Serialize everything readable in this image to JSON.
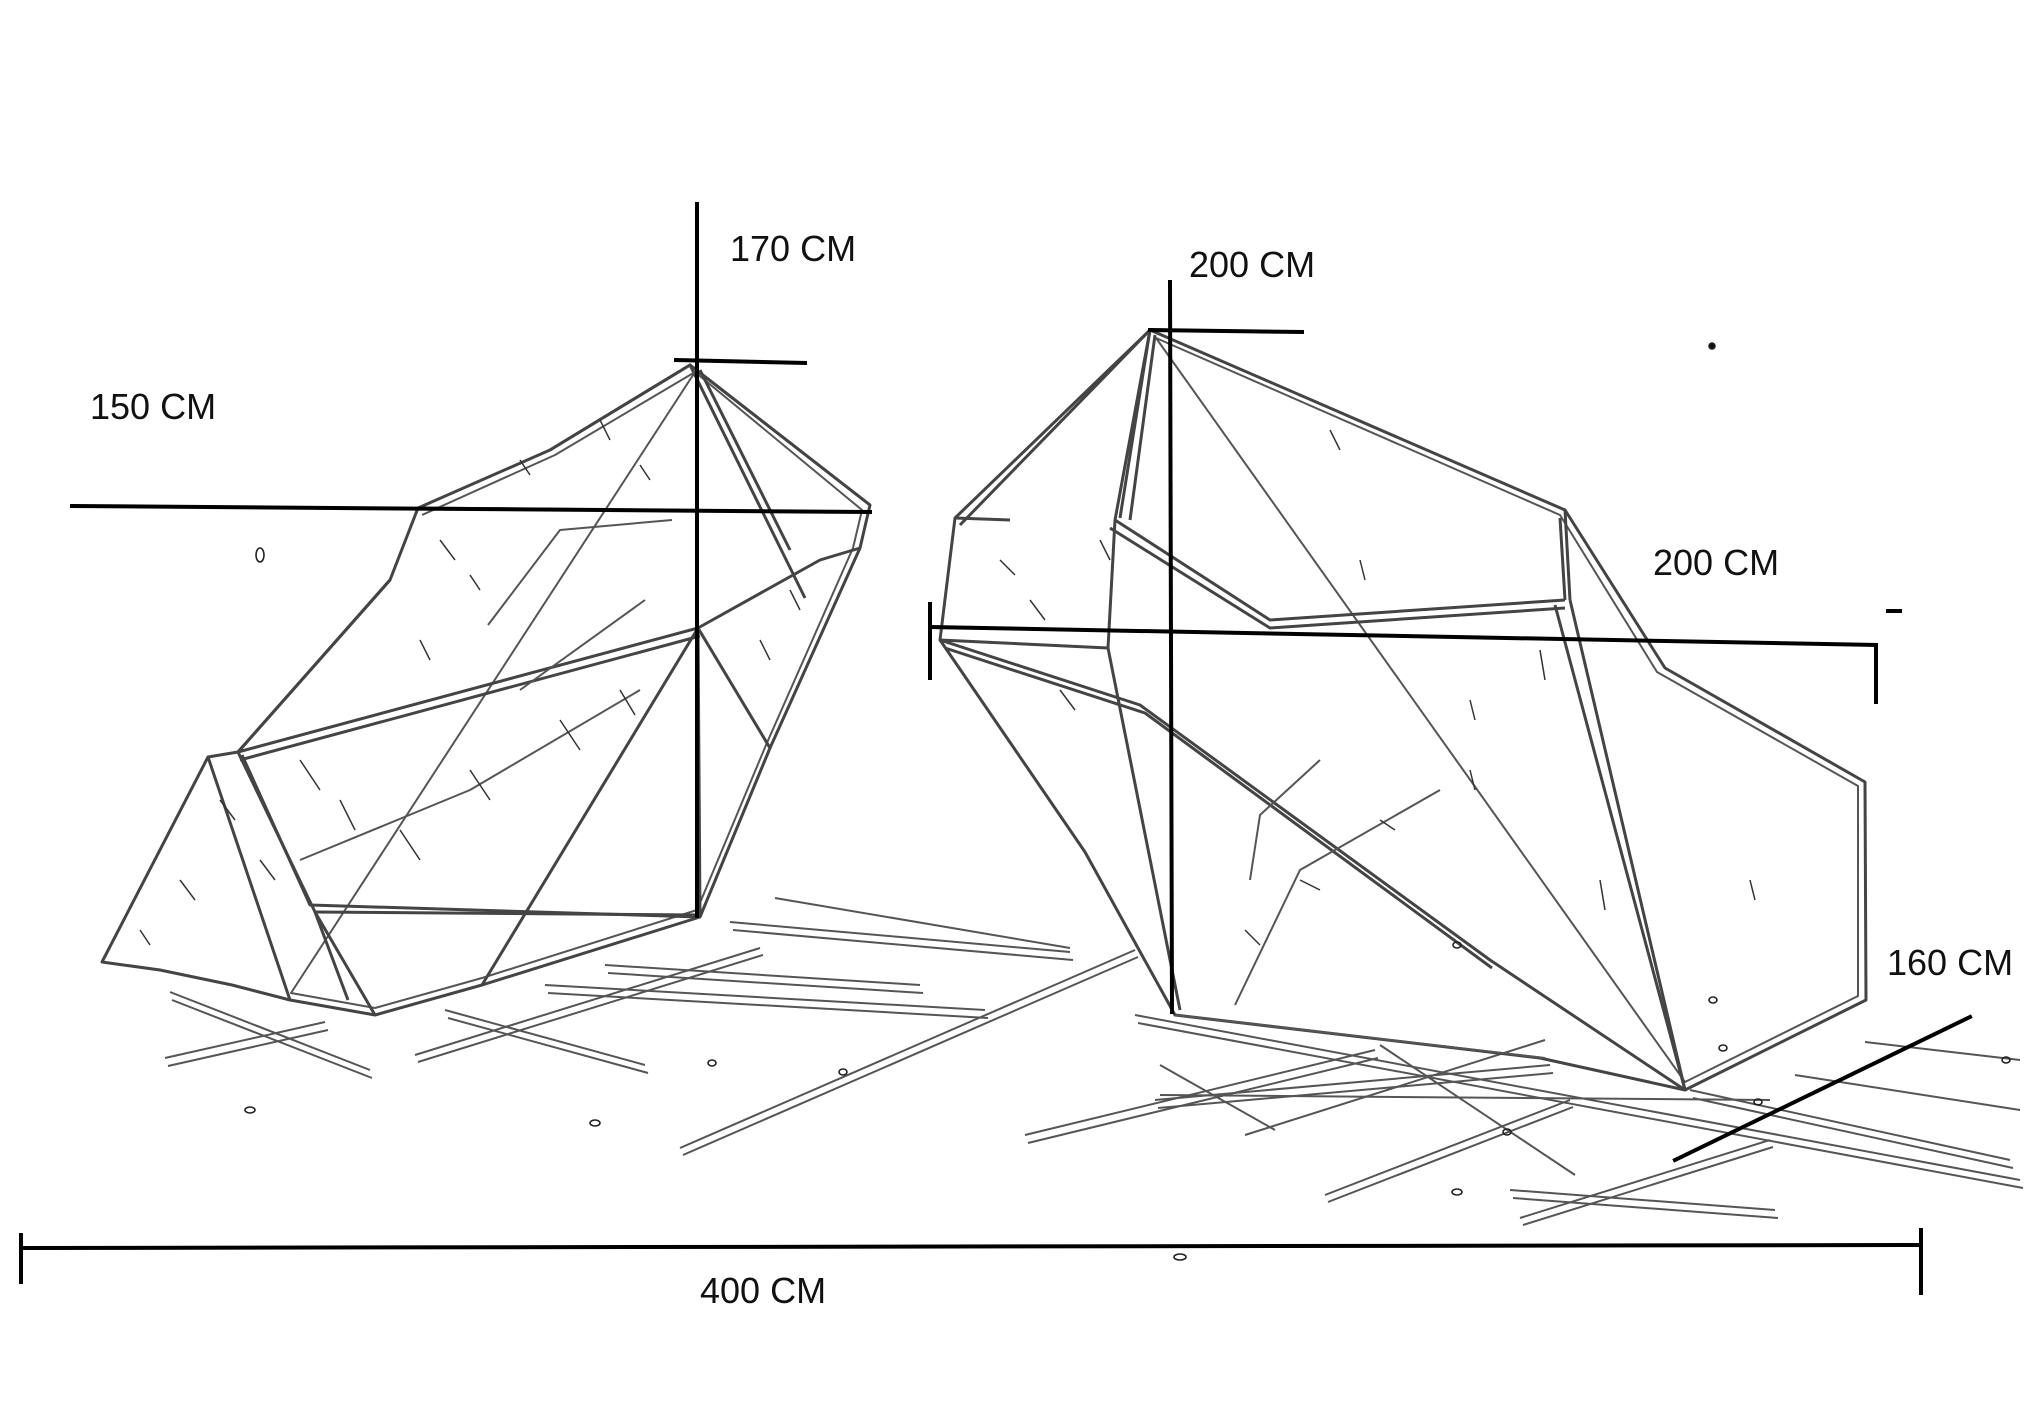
{
  "diagram": {
    "dimensions": {
      "left_height": "170 CM",
      "left_width": "150 CM",
      "right_height": "200 CM",
      "right_width": "200 CM",
      "right_depth": "160 CM",
      "total_length": "400 CM"
    },
    "colors": {
      "background": "#ffffff",
      "dimension_lines": "#000000",
      "model_edges": "#444444"
    }
  }
}
